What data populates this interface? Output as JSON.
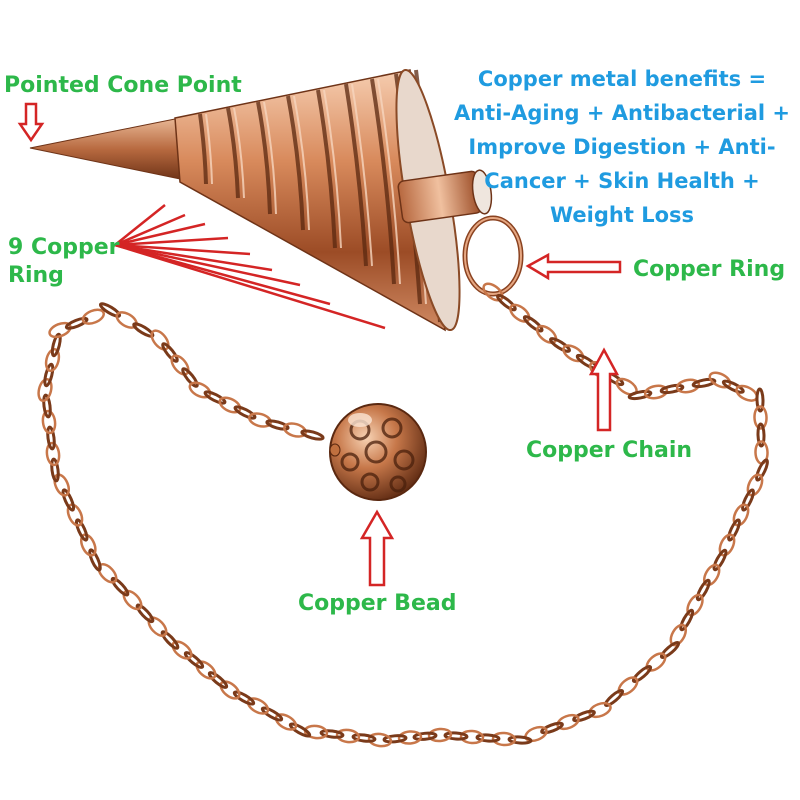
{
  "labels": {
    "cone_point": "Pointed Cone Point",
    "rings_line1": "9 Copper",
    "rings_line2": "Ring",
    "copper_ring": "Copper Ring",
    "copper_chain": "Copper Chain",
    "copper_bead": "Copper Bead"
  },
  "benefits": {
    "lines": [
      "Copper metal benefits =",
      "Anti-Aging + Antibacterial +",
      "Improve Digestion + Anti-",
      "Cancer + Skin Health +",
      "Weight Loss"
    ]
  },
  "colors": {
    "label_green": "#2db84a",
    "benefit_blue": "#1f9be0",
    "arrow_red": "#d42525",
    "copper": "#c8774a",
    "copper_dark": "#7a3a1a",
    "copper_light": "#f3c2a0"
  }
}
